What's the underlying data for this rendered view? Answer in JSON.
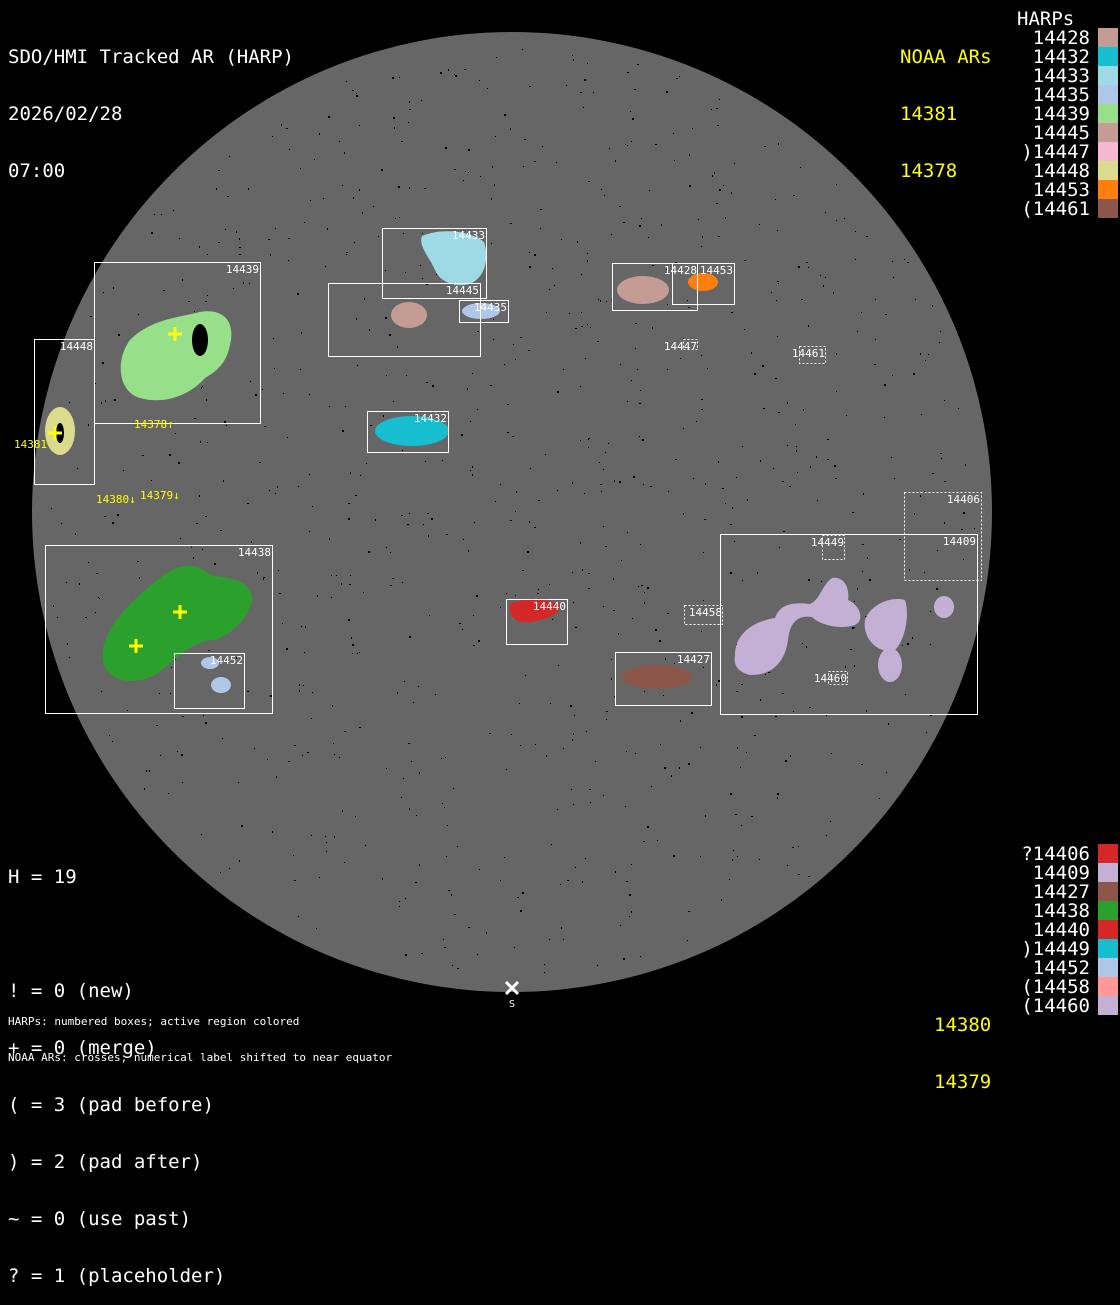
{
  "header": {
    "title": "SDO/HMI Tracked AR (HARP)",
    "date": "2026/02/28",
    "time": "07:00"
  },
  "noaa_top": {
    "title": "NOAA ARs",
    "items": [
      "14381",
      "14378"
    ]
  },
  "harps_top": {
    "title": "HARPs",
    "items": [
      {
        "label": "14428",
        "color": "#c49c94"
      },
      {
        "label": "14432",
        "color": "#17becf"
      },
      {
        "label": "14433",
        "color": "#9edae5"
      },
      {
        "label": "14435",
        "color": "#aec7e8"
      },
      {
        "label": "14439",
        "color": "#98df8a"
      },
      {
        "label": "14445",
        "color": "#c49c94"
      },
      {
        "label": ")14447",
        "color": "#f7b6d2"
      },
      {
        "label": "14448",
        "color": "#dbdb8d"
      },
      {
        "label": "14453",
        "color": "#ff7f0e"
      },
      {
        "label": "(14461",
        "color": "#8c564b"
      }
    ]
  },
  "harps_bottom": {
    "items": [
      {
        "label": "?14406",
        "color": "#d62728"
      },
      {
        "label": "14409",
        "color": "#c5b0d5"
      },
      {
        "label": "14427",
        "color": "#8c564b"
      },
      {
        "label": "14438",
        "color": "#2ca02c"
      },
      {
        "label": "14440",
        "color": "#d62728"
      },
      {
        "label": ")14449",
        "color": "#17becf"
      },
      {
        "label": "14452",
        "color": "#aec7e8"
      },
      {
        "label": "(14458",
        "color": "#ff9896"
      },
      {
        "label": "(14460",
        "color": "#c5b0d5"
      }
    ]
  },
  "noaa_bottom": {
    "items": [
      "14380",
      "14379"
    ]
  },
  "stats": {
    "h": "H = 19",
    "lines": [
      "! = 0 (new)",
      "+ = 0 (merge)",
      "( = 3 (pad before)",
      ") = 2 (pad after)",
      "~ = 0 (use past)",
      "? = 1 (placeholder)"
    ]
  },
  "footer": {
    "line1": "HARPs: numbered boxes; active region colored",
    "line2": "NOAA ARs: crosses; numerical label shifted to near equator",
    "south": "S"
  },
  "disk_labels": {
    "h14439": "14439",
    "h14448": "14448",
    "h14433": "14433",
    "h14445": "14445",
    "h14435": "14435",
    "h14428": "14428",
    "h14453": "14453",
    "h14447": "14447",
    "h14461": "14461",
    "h14432": "14432",
    "h14438": "14438",
    "h14452": "14452",
    "h14440": "14440",
    "h14427": "14427",
    "h14458": "14458",
    "h14409": "14409",
    "h14406": "14406",
    "h14449": "14449",
    "h14460": "14460",
    "n14381": "14381",
    "n14378": "14378↑",
    "n14380": "14380↓",
    "n14379": "14379↓"
  },
  "colors": {
    "disk": "#666666",
    "box": "#ffffff",
    "noaa": "#ffff00"
  }
}
